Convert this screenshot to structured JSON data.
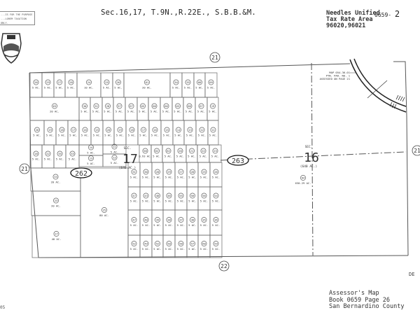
{
  "header": {
    "title": "Sec.16,17, T.9N.,R.22E., S.B.B.&M.",
    "notice": [
      "...IS FOR THE PURPOSE",
      "...LOREM TAXATION ONLY."
    ],
    "district": "Needles Unified",
    "tax_rate_label": "Tax Rate Area",
    "tax_rate_areas": "96020,96021",
    "page_ref": "0659-",
    "page_ref_suffix": "2"
  },
  "footer": {
    "line1": "Assessor's Map",
    "line2": "Book 0659 Page 26",
    "line3": "San Bernardino County",
    "corner": "05",
    "side_box": "DE"
  },
  "map": {
    "road_labels": {
      "north": "21",
      "west": "21",
      "east": "21",
      "south": "22"
    },
    "sections": [
      {
        "label": "SEC.",
        "number": "17",
        "area": "(640 AC.)"
      },
      {
        "label": "SEC.",
        "number": "16",
        "area": "(640 AC.)"
      }
    ],
    "page_ovals": [
      "262",
      "263"
    ],
    "railroad_note": [
      "MAP 054-36-01",
      "PTN. PAR. NO. 1",
      "ASSESSED ON PAGE 21"
    ],
    "parcels": [
      {
        "no": "26",
        "ac": "5 AC."
      },
      {
        "no": "29",
        "ac": "5 AC."
      },
      {
        "no": "27",
        "ac": "5 AC."
      },
      {
        "no": "28",
        "ac": "5 AC."
      },
      {
        "no": "24",
        "ac": "10 AC."
      },
      {
        "no": "25",
        "ac": "5 AC."
      },
      {
        "no": "26",
        "ac": "5 AC."
      },
      {
        "no": "61",
        "ac": "20 AC."
      },
      {
        "no": "34",
        "ac": "5 AC."
      },
      {
        "no": "35",
        "ac": "5 AC."
      },
      {
        "no": "08",
        "ac": "5 AC."
      },
      {
        "no": "09",
        "ac": "5 AC."
      },
      {
        "no": "63",
        "ac": "20 AC."
      },
      {
        "no": "30",
        "ac": "5 AC."
      },
      {
        "no": "31",
        "ac": "5 AC."
      },
      {
        "no": "28",
        "ac": "5 AC."
      },
      {
        "no": "57",
        "ac": "5 AC."
      },
      {
        "no": "67",
        "ac": "5 AC."
      },
      {
        "no": "65",
        "ac": "5 AC."
      },
      {
        "no": "68",
        "ac": "5 AC."
      },
      {
        "no": "66",
        "ac": "5 AC."
      },
      {
        "no": "63",
        "ac": "5 AC."
      },
      {
        "no": "68",
        "ac": "5 AC."
      },
      {
        "no": "67",
        "ac": "5 AC."
      },
      {
        "no": "19",
        "ac": "5 AC."
      },
      {
        "no": "20",
        "ac": "5 AC."
      },
      {
        "no": "19",
        "ac": "5 AC."
      },
      {
        "no": "18",
        "ac": "5 AC."
      },
      {
        "no": "17",
        "ac": "5 AC."
      },
      {
        "no": "16",
        "ac": "5 AC."
      },
      {
        "no": "15",
        "ac": "5 AC."
      },
      {
        "no": "20",
        "ac": "5 AC."
      },
      {
        "no": "19",
        "ac": "5 AC."
      },
      {
        "no": "18",
        "ac": "5 AC."
      },
      {
        "no": "17",
        "ac": "5 AC."
      },
      {
        "no": "16",
        "ac": "5 AC."
      },
      {
        "no": "15",
        "ac": "5 AC."
      },
      {
        "no": "14",
        "ac": "5 AC."
      },
      {
        "no": "13",
        "ac": "5 AC."
      },
      {
        "no": "12",
        "ac": "5 AC."
      },
      {
        "no": "11",
        "ac": "5 AC."
      },
      {
        "no": "18",
        "ac": "5 AC."
      },
      {
        "no": "22",
        "ac": "5 AC."
      },
      {
        "no": "35",
        "ac": "5 AC."
      },
      {
        "no": "33",
        "ac": "5 AC."
      },
      {
        "no": "14",
        "ac": "5 AC."
      },
      {
        "no": "13",
        "ac": "5 AC."
      },
      {
        "no": "11",
        "ac": "5 AC."
      },
      {
        "no": "12",
        "ac": "5 AC."
      },
      {
        "no": "58",
        "ac": "0.93 AC."
      },
      {
        "no": "62",
        "ac": "5 AC."
      },
      {
        "no": "62",
        "ac": "5 AC."
      },
      {
        "no": "20",
        "ac": "5 AC."
      },
      {
        "no": "21",
        "ac": "5 AC."
      },
      {
        "no": "22",
        "ac": "5 AC."
      },
      {
        "no": "23",
        "ac": "5 AC."
      },
      {
        "no": "33",
        "ac": "20 AC."
      },
      {
        "no": "23",
        "ac": "20 AC."
      },
      {
        "no": "27",
        "ac": "40 AC."
      },
      {
        "no": "25",
        "ac": "80 AC."
      },
      {
        "no": "31",
        "ac": "5 AC."
      },
      {
        "no": "30",
        "ac": "5 AC."
      },
      {
        "no": "28",
        "ac": "5 AC."
      },
      {
        "no": "29",
        "ac": "5 AC."
      },
      {
        "no": "27",
        "ac": "5 AC."
      },
      {
        "no": "28",
        "ac": "5 AC."
      },
      {
        "no": "25",
        "ac": "5 AC."
      },
      {
        "no": "26",
        "ac": "5 AC."
      },
      {
        "no": "47",
        "ac": "5 AC."
      },
      {
        "no": "43",
        "ac": "5 AC."
      },
      {
        "no": "48",
        "ac": "5 AC."
      },
      {
        "no": "46",
        "ac": "5 AC."
      },
      {
        "no": "55",
        "ac": "5 AC."
      },
      {
        "no": "50",
        "ac": "5 AC."
      },
      {
        "no": "56",
        "ac": "5 AC."
      },
      {
        "no": "54",
        "ac": "5 AC."
      },
      {
        "no": "47",
        "ac": "5 AC."
      },
      {
        "no": "40",
        "ac": "5 AC."
      },
      {
        "no": "39",
        "ac": "5 AC."
      },
      {
        "no": "38",
        "ac": "5 AC."
      },
      {
        "no": "37",
        "ac": "5 AC."
      },
      {
        "no": "38",
        "ac": "5 AC."
      },
      {
        "no": "35",
        "ac": "5 AC."
      },
      {
        "no": "36",
        "ac": "5 AC."
      },
      {
        "no": "52",
        "ac": "5 AC."
      },
      {
        "no": "49",
        "ac": "5 AC."
      },
      {
        "no": "52",
        "ac": "5 AC."
      },
      {
        "no": "50",
        "ac": "5 AC."
      },
      {
        "no": "58",
        "ac": "5 AC."
      },
      {
        "no": "57",
        "ac": "5 AC."
      },
      {
        "no": "60",
        "ac": "5 AC."
      },
      {
        "no": "59",
        "ac": "5 AC."
      },
      {
        "no": "64",
        "ac": "630.29 AC."
      }
    ]
  }
}
